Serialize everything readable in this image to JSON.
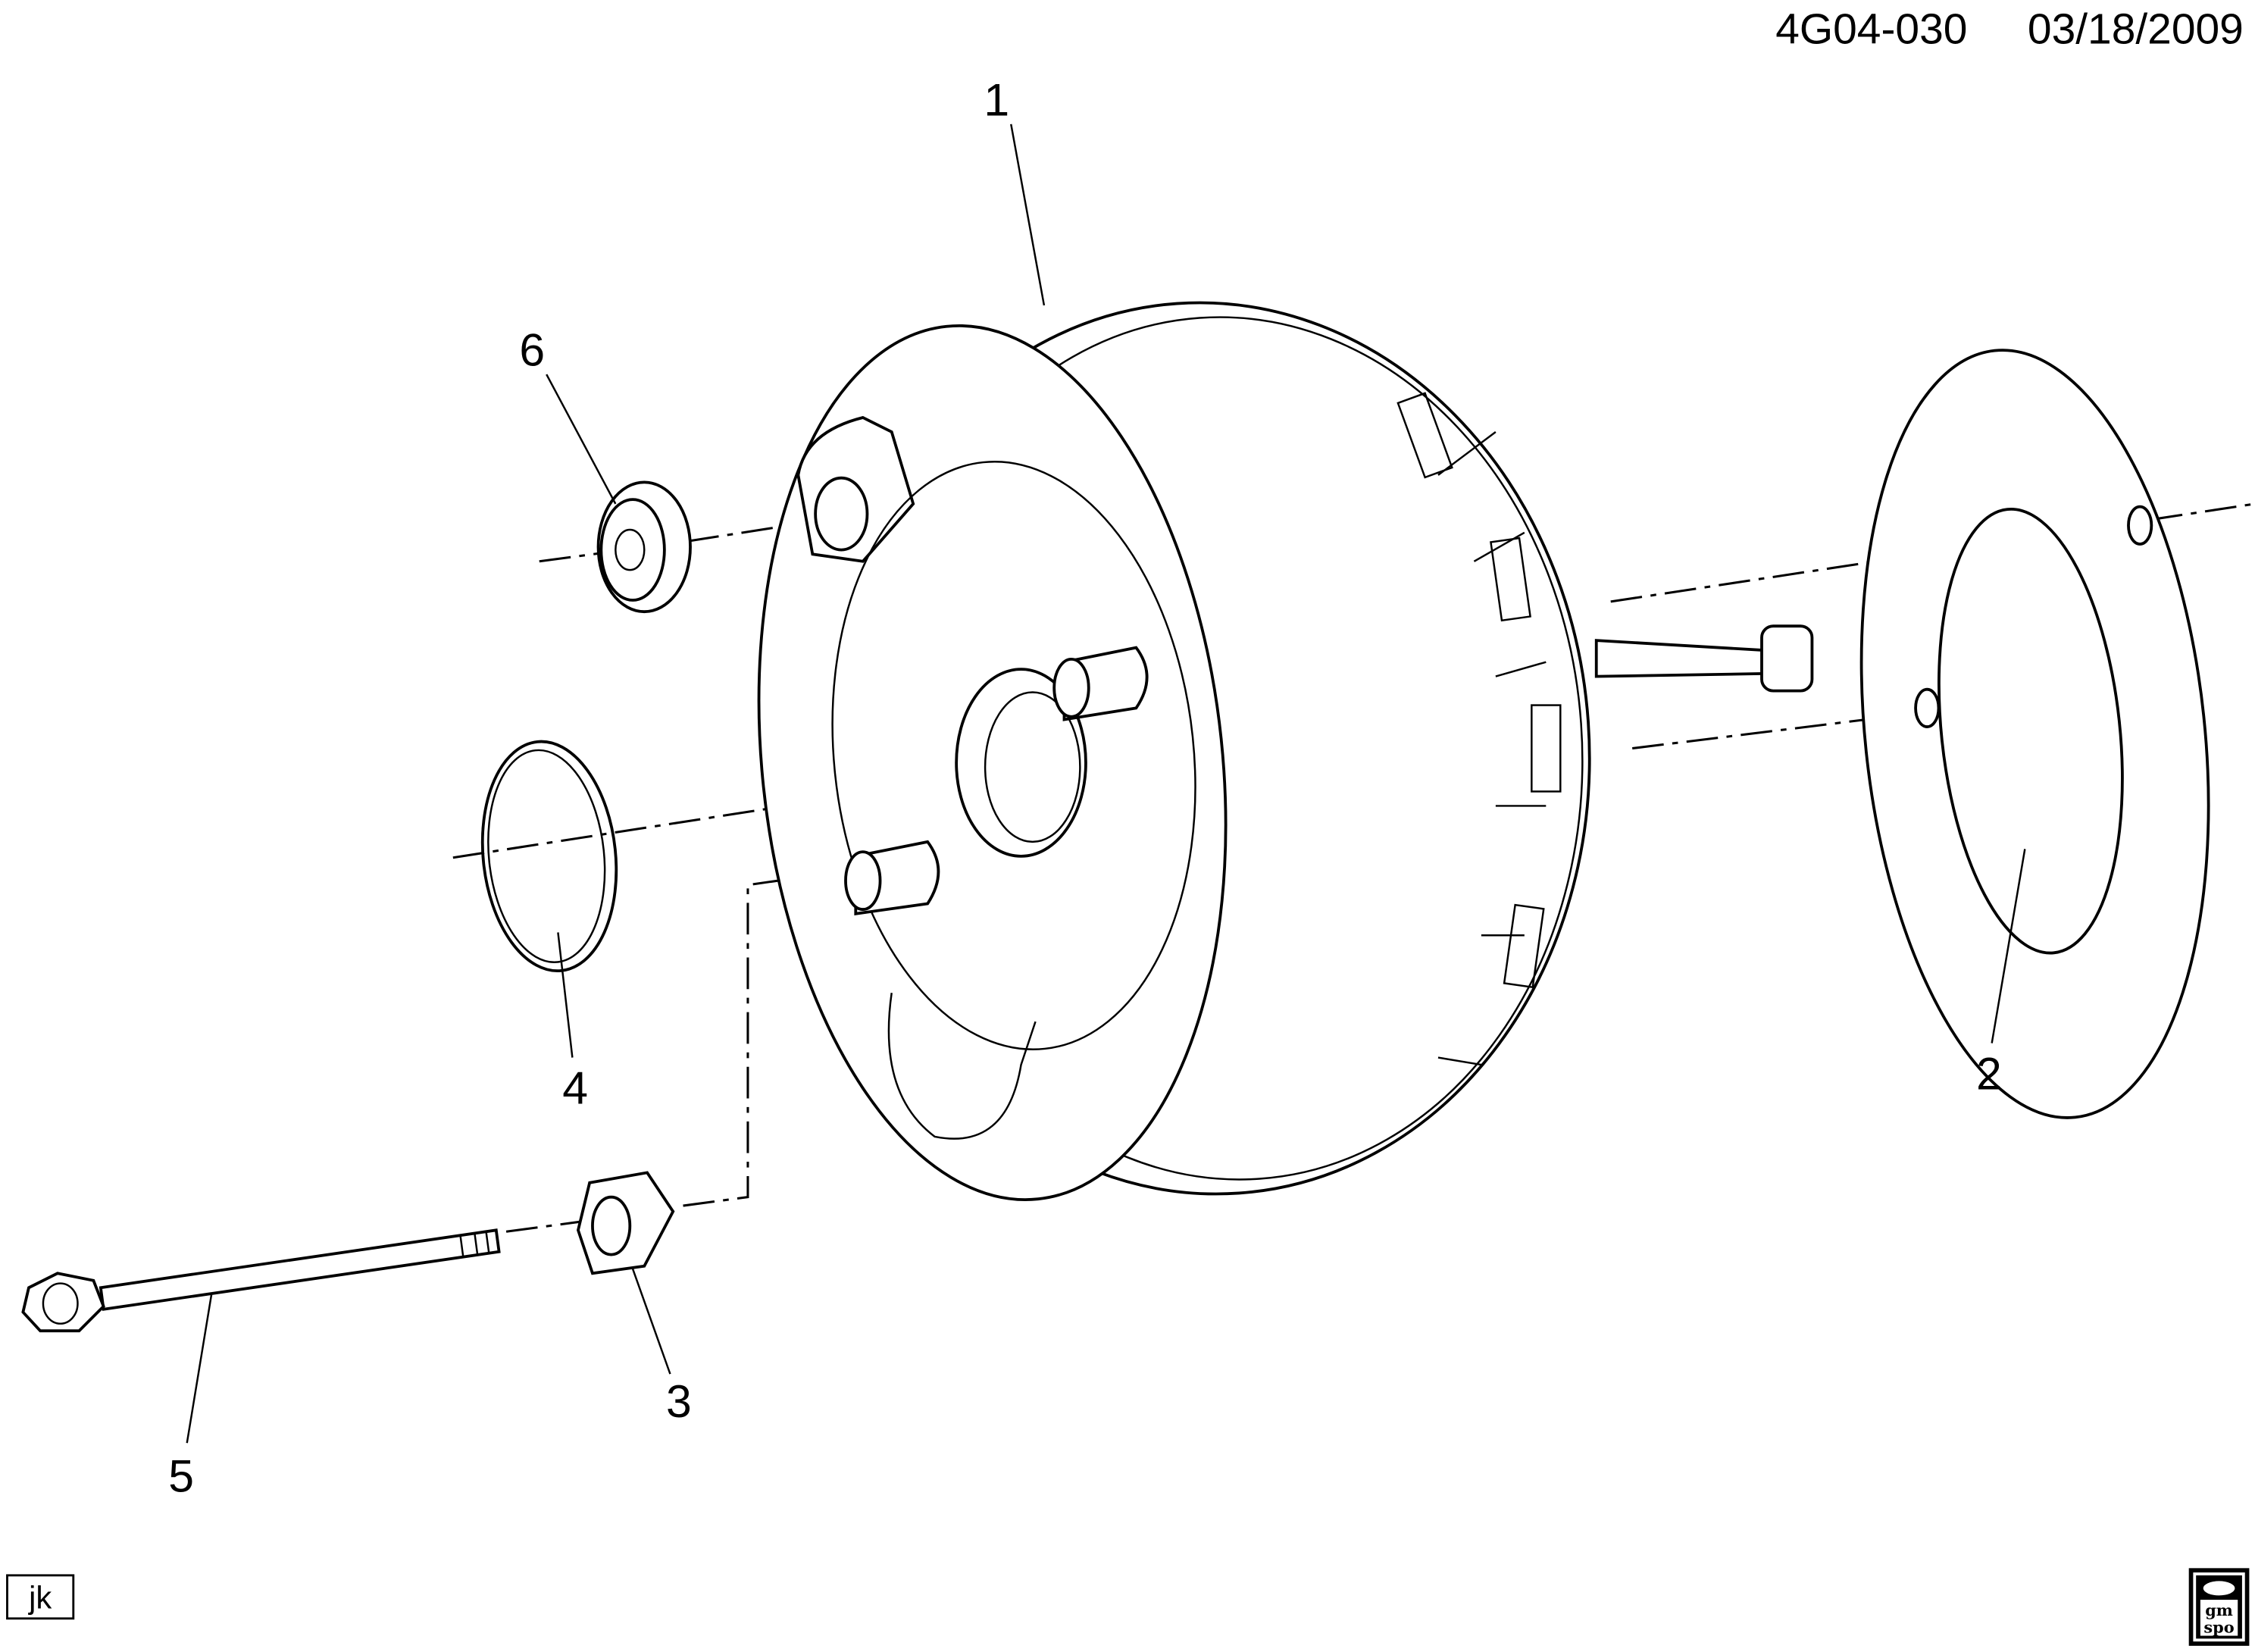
{
  "header": {
    "diagram_code": "4G04-030",
    "date": "03/18/2009"
  },
  "callouts": [
    {
      "number": "1"
    },
    {
      "number": "2"
    },
    {
      "number": "3"
    },
    {
      "number": "4"
    },
    {
      "number": "5"
    },
    {
      "number": "6"
    }
  ],
  "footer": {
    "initials": "jk",
    "logo_text": "gm spo"
  }
}
